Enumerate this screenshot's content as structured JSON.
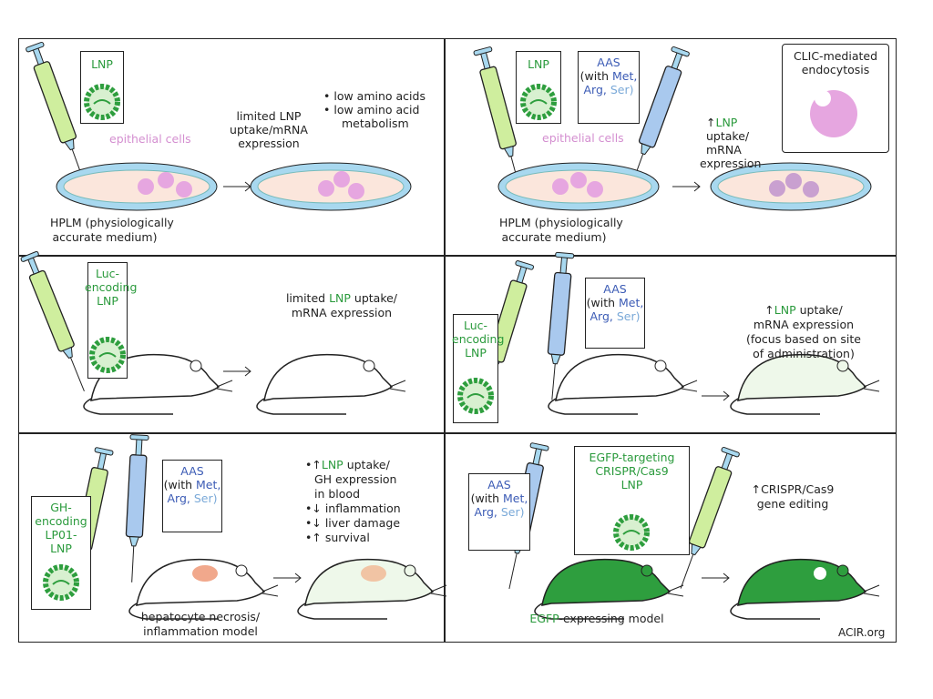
{
  "panels": {
    "p1": {
      "lnp": "LNP",
      "cells": "epithelial cells",
      "medium_1": "HPLM (physiologically",
      "medium_2": "accurate medium)",
      "result_1": "limited LNP",
      "result_2": "uptake/mRNA",
      "result_3": "expression",
      "bullet_1": "• low amino acids",
      "bullet_2": "• low amino acid",
      "bullet_3": "metabolism"
    },
    "p2": {
      "lnp": "LNP",
      "aas": "AAS",
      "with": "(with",
      "met": "Met,",
      "arg": "Arg,",
      "ser": "Ser)",
      "cells": "epithelial cells",
      "medium_1": "HPLM (physiologically",
      "medium_2": "accurate medium)",
      "up": "↑",
      "lnp2": "LNP",
      "result_2": "uptake/",
      "result_3": "mRNA",
      "result_4": "expression",
      "clic_1": "CLIC-mediated",
      "clic_2": "endocytosis"
    },
    "p3": {
      "lnp_1": "Luc-",
      "lnp_2": "encoding",
      "lnp_3": "LNP",
      "result_1a": "limited",
      "result_1b": "LNP",
      "result_1c": "uptake/",
      "result_2": "mRNA expression"
    },
    "p4": {
      "lnp_1": "Luc-",
      "lnp_2": "encoding",
      "lnp_3": "LNP",
      "aas": "AAS",
      "with": "(with",
      "met": "Met,",
      "arg": "Arg,",
      "ser": "Ser)",
      "up": "↑",
      "lnp2": "LNP",
      "r1": "uptake/",
      "r2": "mRNA expression",
      "r3": "(focus based on site",
      "r4": "of administration)"
    },
    "p5": {
      "lnp_1": "GH-",
      "lnp_2": "encoding",
      "lnp_3": "LP01-",
      "lnp_4": "LNP",
      "aas": "AAS",
      "with": "(with",
      "met": "Met,",
      "arg": "Arg,",
      "ser": "Ser)",
      "model_1": "hepatocyte necrosis/",
      "model_2": "inflammation model",
      "b1a": "•↑",
      "b1b": "LNP",
      "b1c": "uptake/",
      "b1d": "GH expression",
      "b1e": "in blood",
      "b2": "•↓ inflammation",
      "b3": "•↓ liver damage",
      "b4": "•↑ survival"
    },
    "p6": {
      "aas": "AAS",
      "with": "(with",
      "met": "Met,",
      "arg": "Arg,",
      "ser": "Ser)",
      "lnp_1": "EGFP-targeting",
      "lnp_2": "CRISPR/Cas9",
      "lnp_3": "LNP",
      "model_a": "EGFP",
      "model_b": "-expressing model",
      "r1": "↑CRISPR/Cas9",
      "r2": "gene editing",
      "credit": "ACIR.org"
    }
  },
  "colors": {
    "lnp_green": "#2a9a3c",
    "cell_pink": "#e6a6e0",
    "dish_blue": "#a8d8ef",
    "aas_blue": "#3b5bb5",
    "mouse_green": "#2e9e3e"
  }
}
